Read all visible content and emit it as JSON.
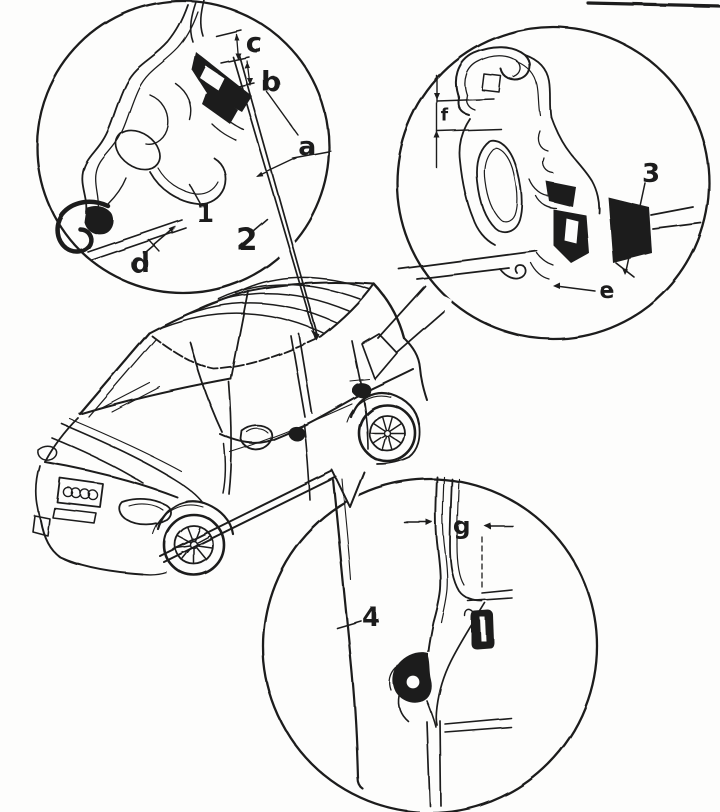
{
  "colors": {
    "ink": "#1c1c1c",
    "paper": "#fdfdfc"
  },
  "callout_top_left": {
    "part_seal": "1",
    "part_glass": "2",
    "dim_a": "a",
    "dim_b": "b",
    "dim_c": "c",
    "dim_d": "d"
  },
  "callout_top_right": {
    "part_panel": "3",
    "dim_e": "e",
    "dim_f": "f"
  },
  "callout_bottom": {
    "part_door_edge": "4",
    "dim_g": "g"
  }
}
